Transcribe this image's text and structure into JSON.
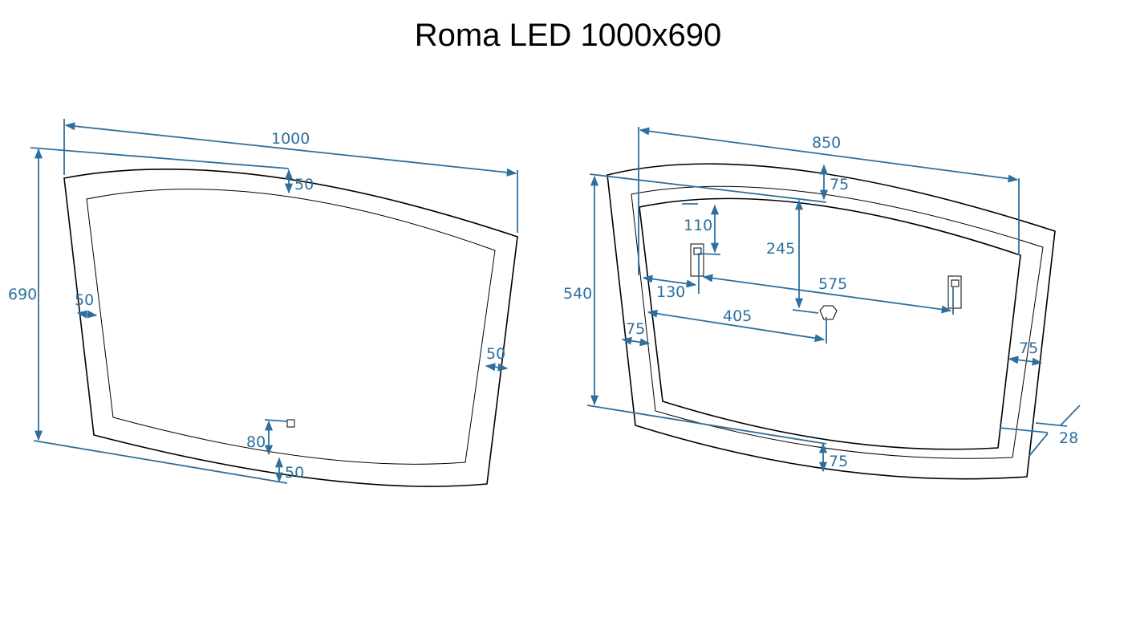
{
  "title": "Roma LED 1000x690",
  "colors": {
    "dimension": "#2e6f9e",
    "outline": "#000000"
  },
  "front_view": {
    "width": "1000",
    "height": "690",
    "top_border": "50",
    "left_border": "50",
    "right_border": "50",
    "bottom_border": "50",
    "sensor_offset": "80"
  },
  "back_view": {
    "width": "850",
    "height": "540",
    "top_border": "75",
    "bracket_top": "110",
    "center_depth": "245",
    "bracket_side": "130",
    "bracket_spacing": "575",
    "center_offset": "405",
    "left_border": "75",
    "right_border": "75",
    "bottom_border": "75",
    "thickness": "28"
  }
}
